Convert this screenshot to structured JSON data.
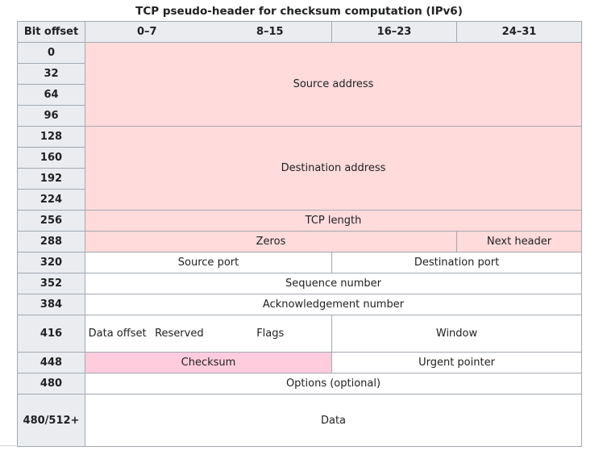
{
  "caption": "TCP pseudo-header for checksum computation (IPv6)",
  "header": {
    "bit_offset": "Bit offset",
    "cols": [
      "0–7",
      "8–15",
      "16–23",
      "24–31"
    ]
  },
  "offsets": [
    "0",
    "32",
    "64",
    "96",
    "128",
    "160",
    "192",
    "224",
    "256",
    "288",
    "320",
    "352",
    "384",
    "416",
    "448",
    "480",
    "480/512+"
  ],
  "fields": {
    "source_address": "Source address",
    "destination_address": "Destination address",
    "tcp_length": "TCP length",
    "zeros": "Zeros",
    "next_header": "Next header",
    "source_port": "Source port",
    "destination_port": "Destination port",
    "sequence_number": "Sequence number",
    "acknowledgement_number": "Acknowledgement number",
    "data_offset": "Data offset",
    "reserved": "Reserved",
    "flags": "Flags",
    "window": "Window",
    "checksum": "Checksum",
    "urgent_pointer": "Urgent pointer",
    "options": "Options (optional)",
    "data": "Data"
  },
  "colors": {
    "pseudo_header": "#ffdbdb",
    "checksum": "#ffccdd",
    "header_bg": "#eaecf0",
    "border": "#a2a9b1"
  }
}
